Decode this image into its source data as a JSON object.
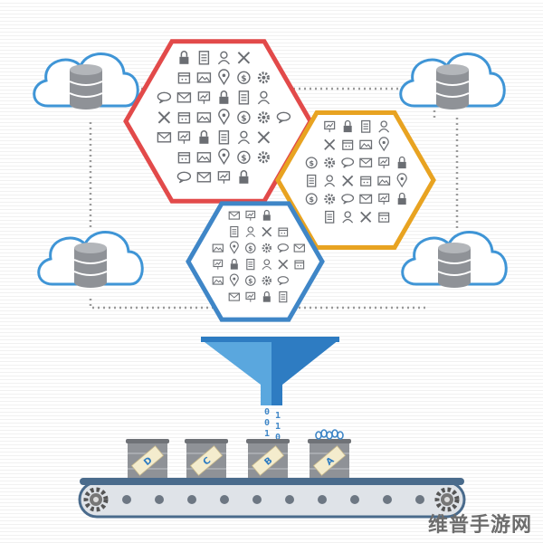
{
  "colors": {
    "hex_red": "#e24a4a",
    "hex_orange": "#e8a321",
    "hex_blue": "#3f86c7",
    "cloud_stroke": "#3f95d6",
    "funnel_light": "#5aa7de",
    "funnel_dark": "#2e7cc2",
    "barrel": "#8f9297",
    "belt": "#4a6b8c",
    "icon": "#6b6e73"
  },
  "icon_names": [
    "document-icon",
    "gear-icon",
    "tools-icon",
    "envelope-icon",
    "image-icon",
    "lock-icon",
    "dollar-icon",
    "user-icon",
    "chat-icon",
    "calendar-icon",
    "chart-icon",
    "location-icon"
  ],
  "barrels": [
    {
      "label": "D"
    },
    {
      "label": "C"
    },
    {
      "label": "B"
    },
    {
      "label": "A"
    }
  ],
  "binary_stream": [
    "0",
    "1",
    "0",
    "1",
    "1",
    "0"
  ],
  "watermark": "维普手游网"
}
